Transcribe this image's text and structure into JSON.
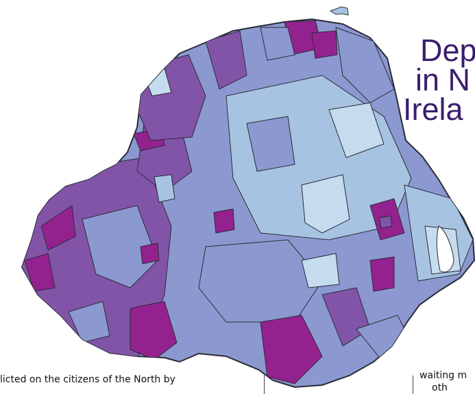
{
  "article": {
    "title_lines": [
      "Dep",
      "in N",
      "Irela"
    ],
    "text_left": "licted on the citizens of the North by",
    "text_right_1": "waiting m",
    "text_right_2": "oth"
  },
  "map": {
    "region": "Northern Ireland",
    "palette": {
      "light": "#c5dbee",
      "light_blue": "#a6c3e2",
      "periwinkle": "#8c99d0",
      "purple": "#8254a8",
      "magenta": "#93228f",
      "border": "#2a2a36",
      "lough": "#ffffff"
    }
  }
}
